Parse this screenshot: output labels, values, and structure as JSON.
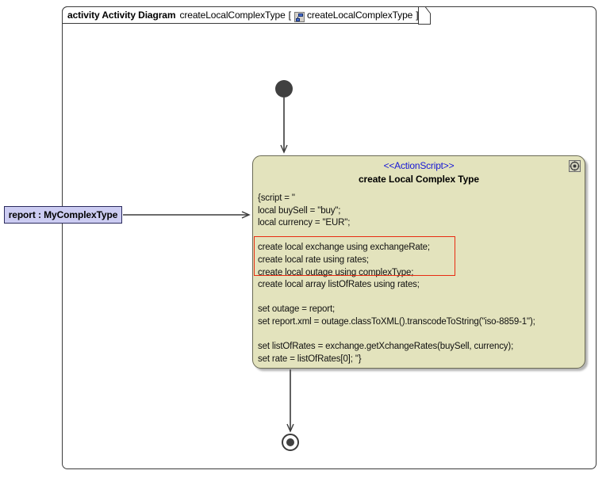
{
  "frame": {
    "kind_label": "activity Activity Diagram",
    "name": "createLocalComplexType",
    "bracket_open": "[",
    "bracket_close": "]",
    "inner_name": "createLocalComplexType",
    "icon": "activity-diagram-icon"
  },
  "nodes": {
    "initial": {
      "name": "initial-node"
    },
    "final": {
      "name": "activity-final-node"
    },
    "object": {
      "label": "report : MyComplexType",
      "fill": "#ccccf2",
      "stroke": "#2b2b5e"
    },
    "action": {
      "stereotype": "<<ActionScript>>",
      "title": "create Local Complex Type",
      "fill": "#e3e3bd",
      "stroke": "#6a6a55",
      "stereotype_color": "#1616d6",
      "badge_icon": "gear-icon",
      "script_lines": [
        "{script = \"",
        "local buySell = \"buy\";",
        "local currency = \"EUR\";",
        "",
        "create local exchange using exchangeRate;",
        "create local rate using rates;",
        "create local outage using complexType;",
        "create local array listOfRates using rates;",
        "",
        "set outage = report;",
        "set report.xml = outage.classToXML().transcodeToString(\"iso-8859-1\");",
        "",
        "set listOfRates = exchange.getXchangeRates(buySell, currency);",
        "set rate = listOfRates[0]; \"}"
      ],
      "highlight": {
        "color": "#e82c12",
        "lines": [
          "create local exchange using exchangeRate;",
          "create local rate using rates;",
          "create local outage using complexType;"
        ]
      }
    }
  },
  "edges": [
    {
      "name": "edge-initial-to-action",
      "from": "initial-node",
      "to": "action-node"
    },
    {
      "name": "edge-object-to-action",
      "from": "object-node",
      "to": "action-node"
    },
    {
      "name": "edge-action-to-final",
      "from": "action-node",
      "to": "activity-final-node"
    }
  ],
  "colors": {
    "edge": "#3b3b3b",
    "canvas": "#ffffff",
    "frame_border": "#3b3b3b"
  }
}
